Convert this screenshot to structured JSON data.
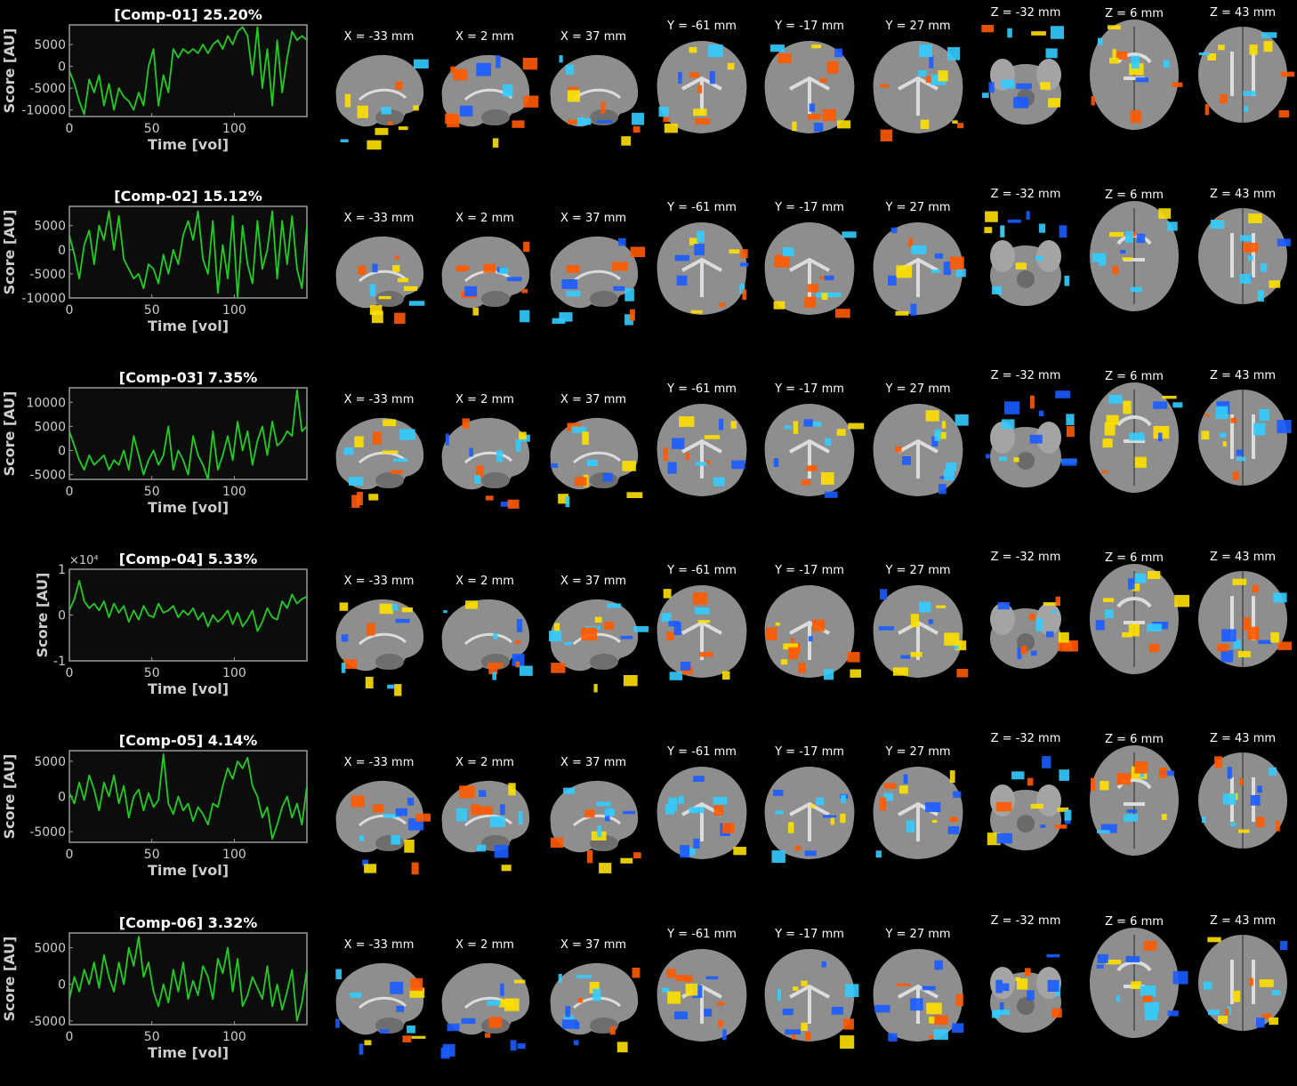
{
  "figure": {
    "background": "#000000",
    "trace_color": "#22cc22",
    "axes_color": "#9a9a9a",
    "text_color": "#cccccc",
    "title_color": "#ffffff",
    "activation_colors": {
      "positive_low": "#ff5a00",
      "positive_high": "#ffe000",
      "negative_low": "#1a5cff",
      "negative_high": "#33ccff"
    }
  },
  "slice_labels": {
    "sagittal": [
      "X = -33 mm",
      "X = 2 mm",
      "X = 37 mm"
    ],
    "coronal": [
      "Y = -61 mm",
      "Y = -17 mm",
      "Y = 27 mm"
    ],
    "axial": [
      "Z = -32 mm",
      "Z = 6 mm",
      "Z = 43 mm"
    ]
  },
  "slice_icons": [
    "brain-sagittal-left-icon",
    "brain-sagittal-mid-icon",
    "brain-sagittal-right-icon",
    "brain-coronal-post-icon",
    "brain-coronal-mid-icon",
    "brain-coronal-ant-icon",
    "brain-axial-low-icon",
    "brain-axial-mid-icon",
    "brain-axial-high-icon"
  ],
  "chart_data": [
    {
      "type": "line",
      "title": "[Comp-01] 25.20%",
      "xlabel": "Time [vol]",
      "ylabel": "Score [AU]",
      "xlim": [
        0,
        144
      ],
      "ylim": [
        -11500,
        9500
      ],
      "xticks": [
        0,
        50,
        100
      ],
      "yticks": [
        -10000,
        -5000,
        0,
        5000
      ],
      "ytick_labels": [
        "-10000",
        "-5000",
        "0",
        "5000"
      ],
      "exponent_label": "",
      "grid": false,
      "series": [
        {
          "x": [
            0,
            3,
            6,
            9,
            12,
            15,
            18,
            21,
            24,
            27,
            30,
            33,
            36,
            39,
            42,
            45,
            48,
            51,
            54,
            57,
            60,
            63,
            66,
            69,
            72,
            75,
            78,
            81,
            84,
            87,
            90,
            93,
            96,
            99,
            102,
            105,
            108,
            111,
            114,
            117,
            120,
            123,
            126,
            129,
            132,
            135,
            138,
            141,
            144
          ],
          "values": [
            -1000,
            -4000,
            -8000,
            -11000,
            -3000,
            -6000,
            -2000,
            -9000,
            -4000,
            -10000,
            -5000,
            -7000,
            -8000,
            -10000,
            -6000,
            -9000,
            0,
            4000,
            -9000,
            -2000,
            -6000,
            4000,
            2000,
            4000,
            3000,
            4000,
            3000,
            5000,
            3000,
            5000,
            6000,
            4000,
            7000,
            5000,
            8000,
            9000,
            7000,
            -2000,
            9000,
            -5000,
            4000,
            -9000,
            6000,
            -6000,
            2000,
            8000,
            6000,
            7000,
            6000
          ]
        }
      ]
    },
    {
      "type": "line",
      "title": "[Comp-02] 15.12%",
      "xlabel": "Time [vol]",
      "ylabel": "Score [AU]",
      "xlim": [
        0,
        144
      ],
      "ylim": [
        -10000,
        9000
      ],
      "xticks": [
        0,
        50,
        100
      ],
      "yticks": [
        -10000,
        -5000,
        0,
        5000
      ],
      "ytick_labels": [
        "-10000",
        "-5000",
        "0",
        "5000"
      ],
      "exponent_label": "",
      "grid": false,
      "series": [
        {
          "x": [
            0,
            3,
            6,
            9,
            12,
            15,
            18,
            21,
            24,
            27,
            30,
            33,
            36,
            39,
            42,
            45,
            48,
            51,
            54,
            57,
            60,
            63,
            66,
            69,
            72,
            75,
            78,
            81,
            84,
            87,
            90,
            93,
            96,
            99,
            102,
            105,
            108,
            111,
            114,
            117,
            120,
            123,
            126,
            129,
            132,
            135,
            138,
            141,
            144
          ],
          "values": [
            3000,
            -1000,
            -6000,
            1000,
            4000,
            -3000,
            5000,
            2000,
            8000,
            0,
            7000,
            -2000,
            -4000,
            -6000,
            -5000,
            -8000,
            -3000,
            -4000,
            -7000,
            -1000,
            -5000,
            0,
            -3000,
            3000,
            6000,
            2000,
            8000,
            -2000,
            -5000,
            6000,
            -9000,
            1000,
            -6000,
            7000,
            -10000,
            5000,
            -3000,
            -7000,
            6000,
            -4000,
            0,
            8000,
            -6000,
            6000,
            -3000,
            7000,
            -4000,
            -8000,
            5000
          ]
        }
      ]
    },
    {
      "type": "line",
      "title": "[Comp-03] 7.35%",
      "xlabel": "Time [vol]",
      "ylabel": "Score [AU]",
      "xlim": [
        0,
        144
      ],
      "ylim": [
        -6000,
        13000
      ],
      "xticks": [
        0,
        50,
        100
      ],
      "yticks": [
        -5000,
        0,
        5000,
        10000
      ],
      "ytick_labels": [
        "-5000",
        "0",
        "5000",
        "10000"
      ],
      "exponent_label": "",
      "grid": false,
      "series": [
        {
          "x": [
            0,
            3,
            6,
            9,
            12,
            15,
            18,
            21,
            24,
            27,
            30,
            33,
            36,
            39,
            42,
            45,
            48,
            51,
            54,
            57,
            60,
            63,
            66,
            69,
            72,
            75,
            78,
            81,
            84,
            87,
            90,
            93,
            96,
            99,
            102,
            105,
            108,
            111,
            114,
            117,
            120,
            123,
            126,
            129,
            132,
            135,
            138,
            141,
            144
          ],
          "values": [
            4000,
            1000,
            -2000,
            -4000,
            -1000,
            -3000,
            -2000,
            -1000,
            -4000,
            -2000,
            -3000,
            0,
            -4000,
            3000,
            -1000,
            -5000,
            -2000,
            0,
            -3000,
            -1000,
            5000,
            -4000,
            0,
            -2000,
            -5000,
            3000,
            -1000,
            -3000,
            -6000,
            4000,
            -4000,
            -1000,
            3000,
            -2000,
            6000,
            0,
            4000,
            -3000,
            2000,
            5000,
            -1000,
            6000,
            1000,
            2000,
            4000,
            3000,
            12500,
            4000,
            5000
          ]
        }
      ]
    },
    {
      "type": "line",
      "title": "[Comp-04] 5.33%",
      "xlabel": "Time [vol]",
      "ylabel": "Score [AU]",
      "xlim": [
        0,
        144
      ],
      "ylim": [
        -1,
        1
      ],
      "xticks": [
        0,
        50,
        100
      ],
      "yticks": [
        -1,
        0,
        1
      ],
      "ytick_labels": [
        "-1",
        "0",
        "1"
      ],
      "exponent_label": "×10⁴",
      "grid": false,
      "series": [
        {
          "x": [
            0,
            3,
            6,
            9,
            12,
            15,
            18,
            21,
            24,
            27,
            30,
            33,
            36,
            39,
            42,
            45,
            48,
            51,
            54,
            57,
            60,
            63,
            66,
            69,
            72,
            75,
            78,
            81,
            84,
            87,
            90,
            93,
            96,
            99,
            102,
            105,
            108,
            111,
            114,
            117,
            120,
            123,
            126,
            129,
            132,
            135,
            138,
            141,
            144
          ],
          "values": [
            0.1,
            0.35,
            0.75,
            0.3,
            0.15,
            0.25,
            0.1,
            0.3,
            -0.05,
            0.25,
            0.05,
            0.2,
            -0.15,
            0.1,
            -0.1,
            0.2,
            0.0,
            -0.05,
            0.25,
            0.05,
            0.1,
            0.2,
            -0.05,
            0.1,
            0.0,
            0.15,
            -0.1,
            0.05,
            -0.25,
            0.0,
            -0.15,
            -0.05,
            0.1,
            -0.2,
            0.05,
            -0.25,
            -0.1,
            0.1,
            -0.35,
            -0.15,
            0.15,
            -0.05,
            -0.1,
            0.3,
            0.15,
            0.45,
            0.25,
            0.35,
            0.4
          ]
        }
      ]
    },
    {
      "type": "line",
      "title": "[Comp-05] 4.14%",
      "xlabel": "Time [vol]",
      "ylabel": "Score [AU]",
      "xlim": [
        0,
        144
      ],
      "ylim": [
        -6500,
        6500
      ],
      "xticks": [
        0,
        50,
        100
      ],
      "yticks": [
        -5000,
        0,
        5000
      ],
      "ytick_labels": [
        "-5000",
        "0",
        "5000"
      ],
      "exponent_label": "",
      "grid": false,
      "series": [
        {
          "x": [
            0,
            3,
            6,
            9,
            12,
            15,
            18,
            21,
            24,
            27,
            30,
            33,
            36,
            39,
            42,
            45,
            48,
            51,
            54,
            57,
            60,
            63,
            66,
            69,
            72,
            75,
            78,
            81,
            84,
            87,
            90,
            93,
            96,
            99,
            102,
            105,
            108,
            111,
            114,
            117,
            120,
            123,
            126,
            129,
            132,
            135,
            138,
            141,
            144
          ],
          "values": [
            500,
            -1000,
            2000,
            -500,
            3000,
            1000,
            -2000,
            2000,
            0,
            3000,
            -1000,
            1500,
            -3000,
            0,
            1000,
            -2000,
            500,
            -1500,
            -500,
            6000,
            -1000,
            -2500,
            0,
            -2000,
            -1000,
            -3500,
            -1500,
            -2500,
            -4000,
            -1000,
            -1500,
            1500,
            4000,
            2500,
            5000,
            4000,
            5500,
            1500,
            0,
            -3000,
            -1500,
            -6000,
            -4000,
            -1500,
            0,
            -3000,
            -1000,
            -4000,
            1500
          ]
        }
      ]
    },
    {
      "type": "line",
      "title": "[Comp-06] 3.32%",
      "xlabel": "Time [vol]",
      "ylabel": "Score [AU]",
      "xlim": [
        0,
        144
      ],
      "ylim": [
        -5500,
        7000
      ],
      "xticks": [
        0,
        50,
        100
      ],
      "yticks": [
        -5000,
        0,
        5000
      ],
      "ytick_labels": [
        "-5000",
        "0",
        "5000"
      ],
      "exponent_label": "",
      "grid": false,
      "series": [
        {
          "x": [
            0,
            3,
            6,
            9,
            12,
            15,
            18,
            21,
            24,
            27,
            30,
            33,
            36,
            39,
            42,
            45,
            48,
            51,
            54,
            57,
            60,
            63,
            66,
            69,
            72,
            75,
            78,
            81,
            84,
            87,
            90,
            93,
            96,
            99,
            102,
            105,
            108,
            111,
            114,
            117,
            120,
            123,
            126,
            129,
            132,
            135,
            138,
            141,
            144
          ],
          "values": [
            -2000,
            1000,
            -1000,
            2000,
            0,
            3000,
            -500,
            4000,
            1000,
            -1000,
            3000,
            0,
            5000,
            2500,
            6500,
            1000,
            3000,
            -1000,
            -3000,
            0,
            -2500,
            2000,
            -1000,
            3000,
            -2000,
            500,
            -1500,
            2500,
            1000,
            -2000,
            3500,
            1500,
            5000,
            -1000,
            3500,
            -3000,
            -1500,
            1000,
            -500,
            -2000,
            2500,
            -3000,
            0,
            -3500,
            -1000,
            2000,
            -5000,
            -2500,
            2000
          ]
        }
      ]
    }
  ]
}
